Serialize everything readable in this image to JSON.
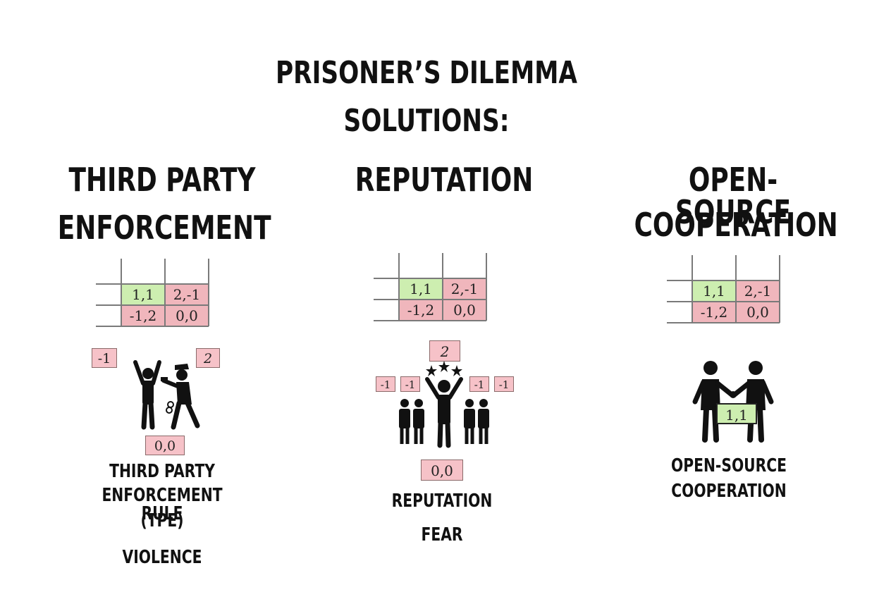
{
  "title": {
    "line1": "PRISONER’S DILEMMA",
    "line2": "SOLUTIONS:"
  },
  "colors": {
    "cooperate_cell": "#cdeeb0",
    "defect_cell": "#f0b6bc",
    "badge_fill": "#f6c2c8",
    "grid_line": "#7a7a7a",
    "icon": "#111111"
  },
  "matrix": {
    "cells": [
      "1,1",
      "2,-1",
      "-1,2",
      "0,0"
    ]
  },
  "columns": [
    {
      "heading_line1": "THIRD PARTY",
      "heading_line2": "ENFORCEMENT",
      "icon": "police-arrest-icon",
      "badge_left": "-1",
      "badge_right": "2",
      "badge_bottom": "0,0",
      "caption_line1": "THIRD PARTY",
      "caption_line2": "ENFORCEMENT RULE",
      "caption_line3": "(TPE)",
      "caption_line4": "VIOLENCE"
    },
    {
      "heading_line1": "REPUTATION",
      "icon": "celebrated-leader-crowd-icon",
      "badge_top": "2",
      "badges_side": [
        "-1",
        "-1",
        "-1",
        "-1"
      ],
      "badge_bottom": "0,0",
      "caption_line1": "REPUTATION",
      "caption_line2": "FEAR"
    },
    {
      "heading_line1": "OPEN-SOURCE",
      "heading_line2": "COOPERATION",
      "icon": "handshake-icon",
      "badge_center": "1,1",
      "caption_line1": "OPEN-SOURCE",
      "caption_line2": "COOPERATION"
    }
  ]
}
